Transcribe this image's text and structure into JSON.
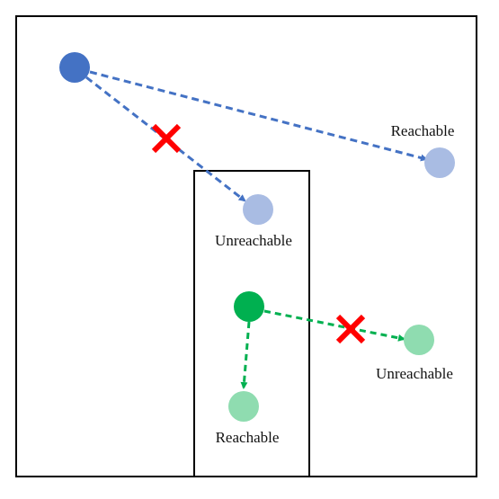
{
  "labels": {
    "blue_reachable": "Reachable",
    "blue_unreachable": "Unreachable",
    "green_unreachable": "Unreachable",
    "green_reachable": "Reachable"
  },
  "colors": {
    "blue_source": "#4472C4",
    "blue_target": "#A9BCE3",
    "blue_arrow": "#4472C4",
    "green_source": "#00B050",
    "green_target": "#8FDCB0",
    "green_arrow": "#00B050",
    "blocked_mark": "#FF0000",
    "frame": "#000000"
  }
}
